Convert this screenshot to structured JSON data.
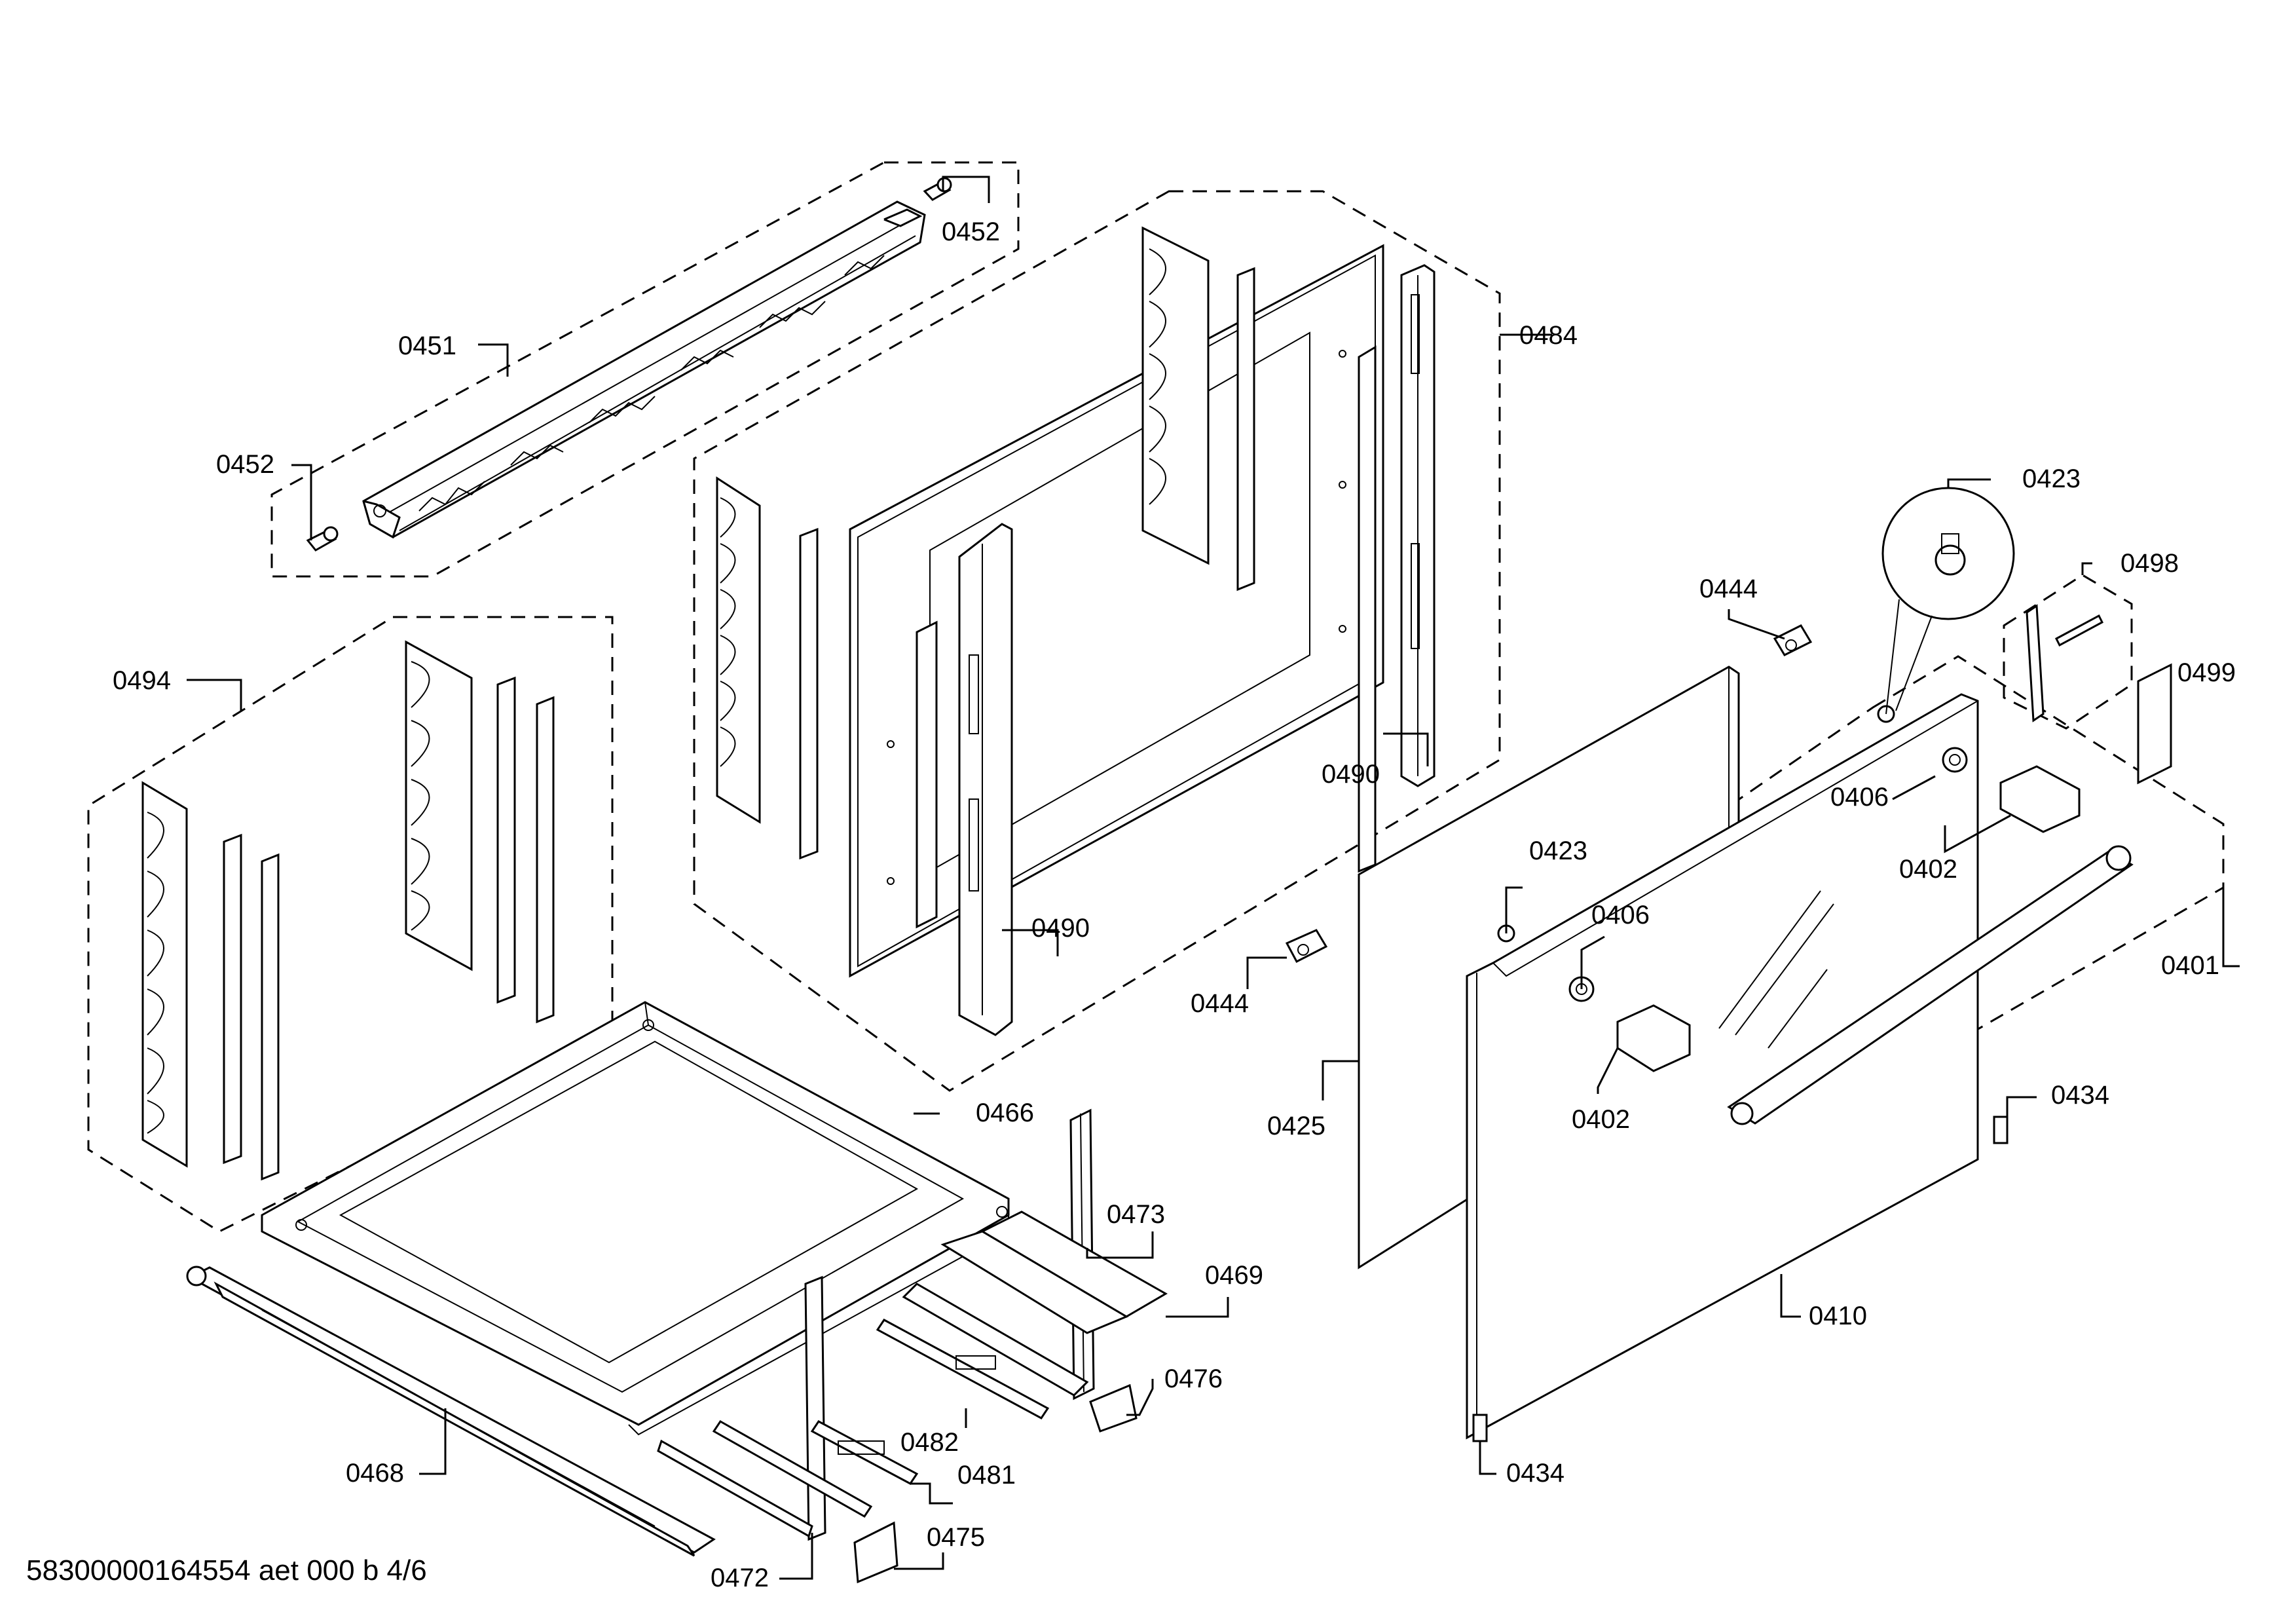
{
  "diagram": {
    "labels": {
      "l0452a": "0452",
      "l0451": "0451",
      "l0452b": "0452",
      "l0484": "0484",
      "l0494": "0494",
      "l0490a": "0490",
      "l0490b": "0490",
      "l0466": "0466",
      "l0473": "0473",
      "l0469": "0469",
      "l0476": "0476",
      "l0482": "0482",
      "l0481": "0481",
      "l0475": "0475",
      "l0472": "0472",
      "l0468": "0468",
      "l0423a": "0423",
      "l0498": "0498",
      "l0444a": "0444",
      "l0499": "0499",
      "l0406a": "0406",
      "l0402a": "0402",
      "l0423b": "0423",
      "l0406b": "0406",
      "l0401": "0401",
      "l0444b": "0444",
      "l0425": "0425",
      "l0402b": "0402",
      "l0434a": "0434",
      "l0410": "0410",
      "l0434b": "0434"
    },
    "footer": "58300000164554 aet 000 b 4/6"
  }
}
